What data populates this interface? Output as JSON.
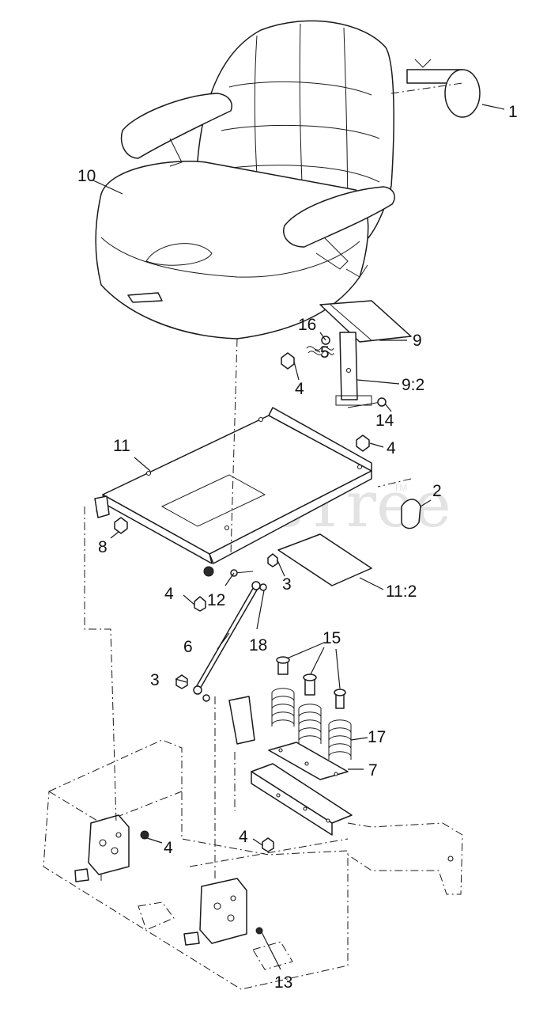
{
  "watermark": {
    "text": "PartsTree",
    "mark": "TM"
  },
  "callouts": {
    "c1": "1",
    "c2": "2",
    "c3a": "3",
    "c3b": "3",
    "c4a": "4",
    "c4b": "4",
    "c4c": "4",
    "c4d": "4",
    "c4e": "4",
    "c5": "5",
    "c6": "6",
    "c7": "7",
    "c8": "8",
    "c9": "9",
    "c9_2": "9:2",
    "c10": "10",
    "c11": "11",
    "c11_2": "11:2",
    "c12": "12",
    "c13": "13",
    "c14": "14",
    "c15": "15",
    "c16": "16",
    "c17": "17",
    "c18": "18"
  }
}
